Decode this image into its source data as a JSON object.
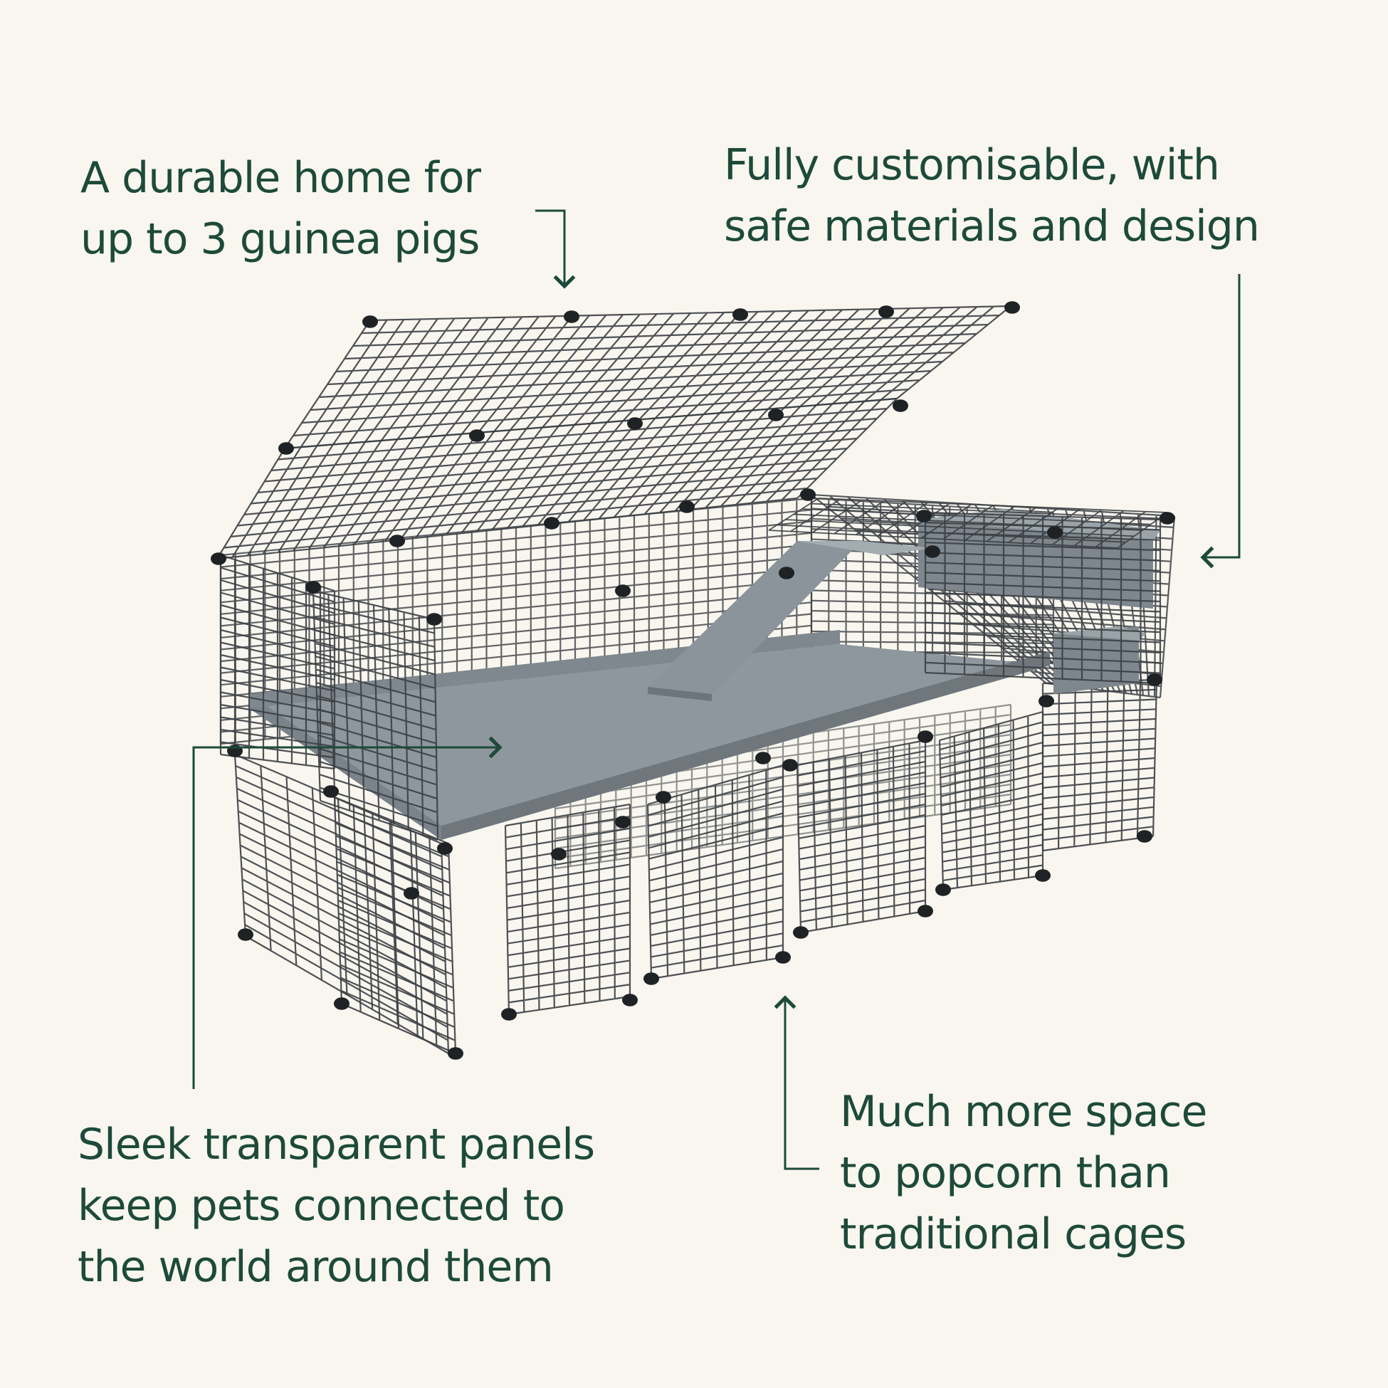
{
  "captions": {
    "durable_home": {
      "line1": "A durable home for",
      "line2": "up to 3 guinea pigs"
    },
    "customisable": {
      "line1": "Fully customisable, with",
      "line2": "safe materials and design"
    },
    "transparent_panels": {
      "line1": "Sleek transparent panels",
      "line2": "keep pets connected to",
      "line3": "the world around them"
    },
    "more_space": {
      "line1": "Much more space",
      "line2": "to popcorn than",
      "line3": "traditional cages"
    }
  },
  "colors": {
    "background": "#f8f6ee",
    "text": "#1d4a3a",
    "grid": "#3b3f44",
    "tray": "#8d979d",
    "connector": "#1f2225"
  },
  "illustration": "guinea-pig-cage-with-loft-and-ramp"
}
